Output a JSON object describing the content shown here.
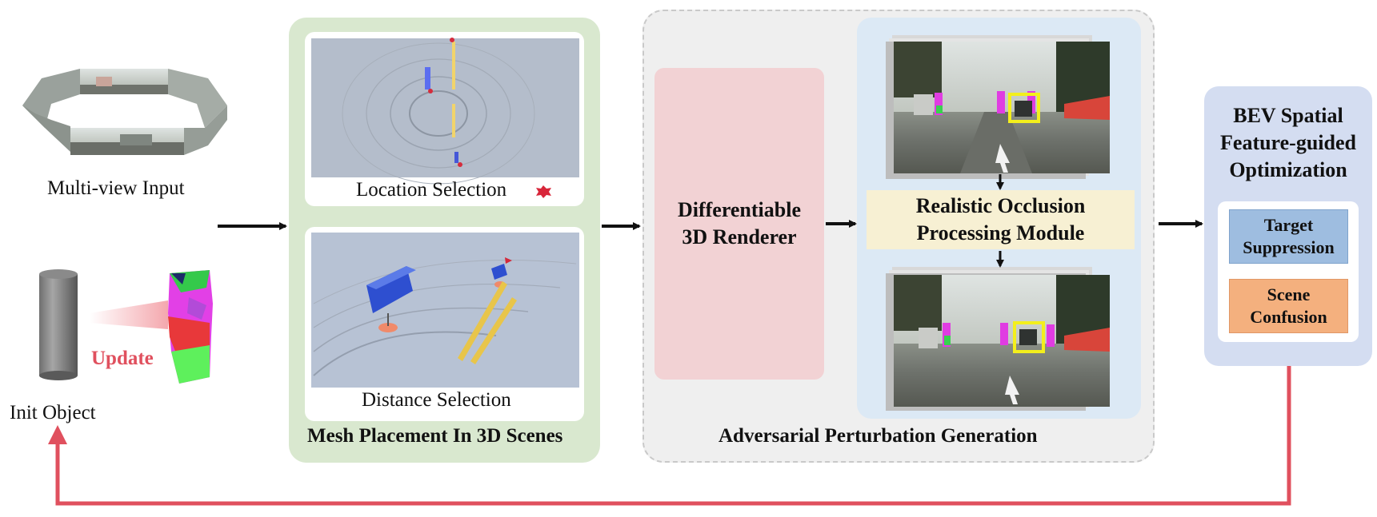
{
  "multiview": {
    "label": "Multi-view Input"
  },
  "init_object": {
    "label": "Init Object",
    "update_label": "Update"
  },
  "mesh_panel": {
    "title": "Mesh Placement In 3D Scenes",
    "location_label": "Location Selection",
    "distance_label": "Distance Selection"
  },
  "adv_panel": {
    "title": "Adversarial Perturbation Generation",
    "renderer_line1": "Differentiable",
    "renderer_line2": "3D Renderer",
    "occlusion_line1": "Realistic Occlusion",
    "occlusion_line2": "Processing Module"
  },
  "bev_panel": {
    "title_line1": "BEV Spatial",
    "title_line2": "Feature-guided",
    "title_line3": "Optimization",
    "target_line1": "Target",
    "target_line2": "Suppression",
    "scene_line1": "Scene",
    "scene_line2": "Confusion"
  },
  "colors": {
    "green_panel": "#d9e8cf",
    "blue_panel": "#dce9f5",
    "renderer": "#f2d2d4",
    "occlusion": "#f7f0d3",
    "bev_panel": "#d4ddf1",
    "target": "#9ebde0",
    "scene": "#f4b07e",
    "feedback_arrow": "#e0505e"
  }
}
